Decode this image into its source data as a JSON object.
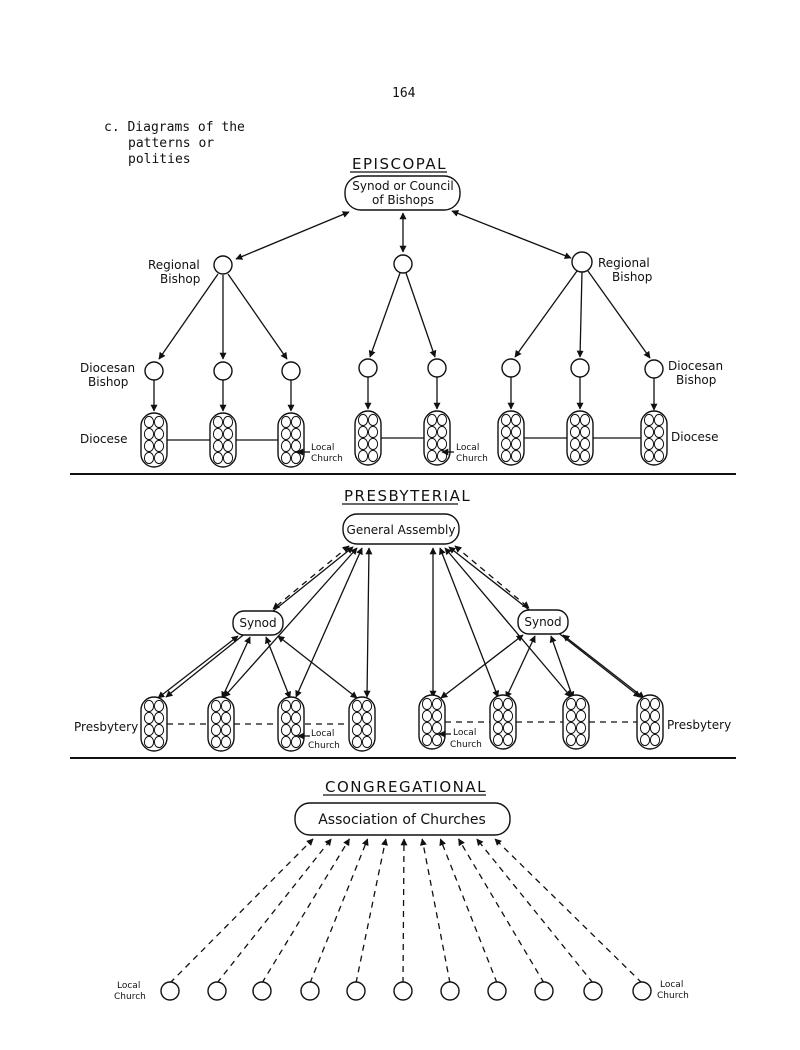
{
  "page_number": "164",
  "heading": [
    "c. Diagrams of the",
    "patterns or",
    "polities"
  ],
  "episcopal": {
    "title": "EPISCOPAL",
    "top_box": [
      "Synod or Council",
      "of Bishops"
    ],
    "regional_bishop": [
      "Regional",
      "Bishop"
    ],
    "diocesan_bishop": [
      "Diocesan",
      "Bishop"
    ],
    "diocese": "Diocese",
    "local_church": [
      "Local",
      "Church"
    ]
  },
  "presbyterial": {
    "title": "PRESBYTERIAL",
    "top_box": "General Assembly",
    "synod": "Synod",
    "presbytery": "Presbytery",
    "local_church": [
      "Local",
      "Church"
    ]
  },
  "congregational": {
    "title": "CONGREGATIONAL",
    "top_box": "Association of Churches",
    "local_church": [
      "Local",
      "Church"
    ]
  }
}
